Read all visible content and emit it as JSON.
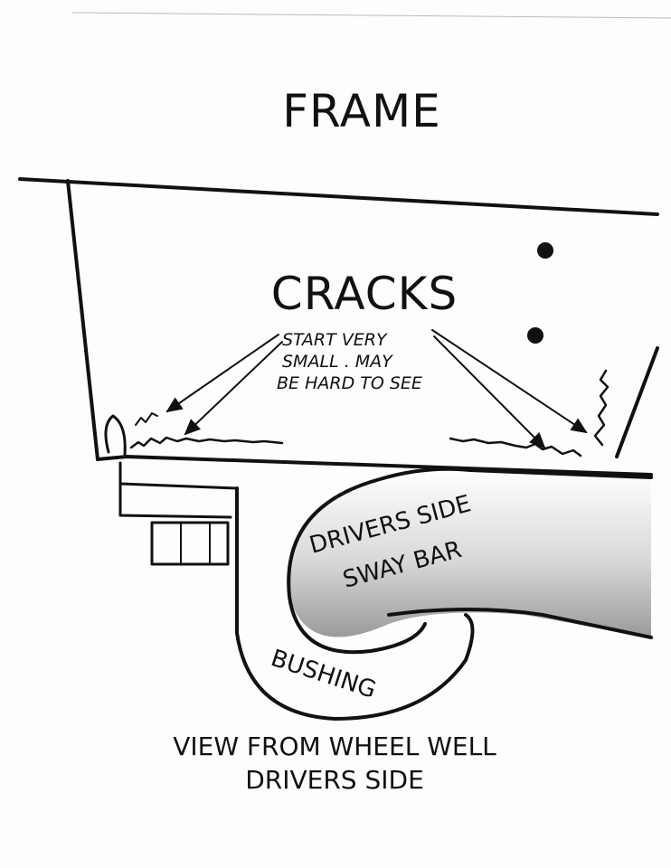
{
  "title": "FRAME",
  "cracks_label": "CRACKS",
  "note": [
    "START VERY",
    "SMALL . MAY",
    "BE HARD TO SEE"
  ],
  "sway_bar_label": [
    "DRIVERS SIDE",
    "SWAY BAR"
  ],
  "bushing_label": "BUSHING",
  "caption": [
    "VIEW FROM WHEEL WELL",
    "DRIVERS SIDE"
  ]
}
